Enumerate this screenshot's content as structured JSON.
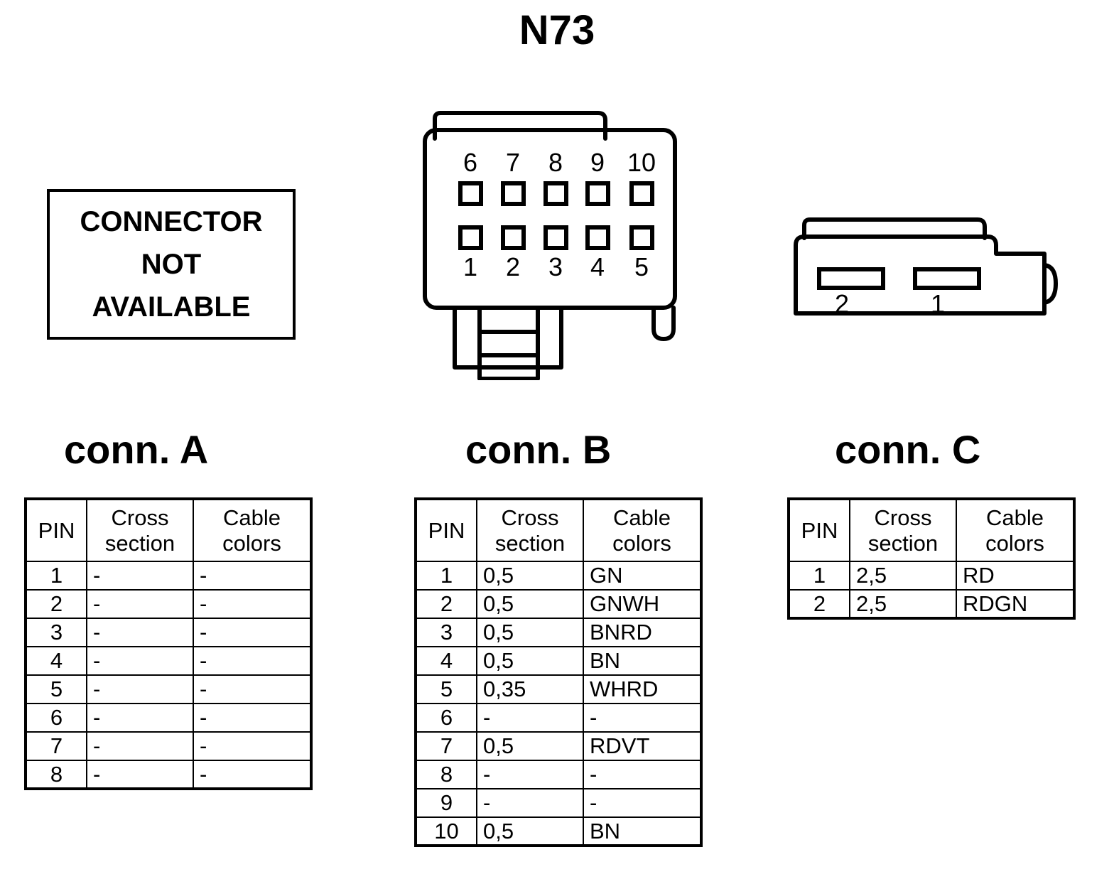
{
  "title": "N73",
  "not_available_box": {
    "lines": [
      "CONNECTOR",
      "NOT",
      "AVAILABLE"
    ]
  },
  "drawings": {
    "connector_b": {
      "name": "conn. B",
      "pin_count": 10,
      "top_row_labels": [
        "6",
        "7",
        "8",
        "9",
        "10"
      ],
      "bottom_row_labels": [
        "1",
        "2",
        "3",
        "4",
        "5"
      ]
    },
    "connector_c": {
      "name": "conn. C",
      "pin_count": 2,
      "labels": [
        "2",
        "1"
      ]
    }
  },
  "headings": {
    "a": "conn. A",
    "b": "conn. B",
    "c": "conn. C"
  },
  "table_headers": {
    "pin": "PIN",
    "cross_section_line1": "Cross",
    "cross_section_line2": "section",
    "cable_colors_line1": "Cable",
    "cable_colors_line2": "colors"
  },
  "tables": {
    "conn_a": {
      "rows": [
        {
          "pin": "1",
          "cross_section": "-",
          "cable_colors": "-"
        },
        {
          "pin": "2",
          "cross_section": "-",
          "cable_colors": "-"
        },
        {
          "pin": "3",
          "cross_section": "-",
          "cable_colors": "-"
        },
        {
          "pin": "4",
          "cross_section": "-",
          "cable_colors": "-"
        },
        {
          "pin": "5",
          "cross_section": "-",
          "cable_colors": "-"
        },
        {
          "pin": "6",
          "cross_section": "-",
          "cable_colors": "-"
        },
        {
          "pin": "7",
          "cross_section": "-",
          "cable_colors": "-"
        },
        {
          "pin": "8",
          "cross_section": "-",
          "cable_colors": "-"
        }
      ]
    },
    "conn_b": {
      "rows": [
        {
          "pin": "1",
          "cross_section": "0,5",
          "cable_colors": "GN"
        },
        {
          "pin": "2",
          "cross_section": "0,5",
          "cable_colors": "GNWH"
        },
        {
          "pin": "3",
          "cross_section": "0,5",
          "cable_colors": "BNRD"
        },
        {
          "pin": "4",
          "cross_section": "0,5",
          "cable_colors": "BN"
        },
        {
          "pin": "5",
          "cross_section": "0,35",
          "cable_colors": "WHRD"
        },
        {
          "pin": "6",
          "cross_section": "-",
          "cable_colors": "-"
        },
        {
          "pin": "7",
          "cross_section": "0,5",
          "cable_colors": "RDVT"
        },
        {
          "pin": "8",
          "cross_section": "-",
          "cable_colors": "-"
        },
        {
          "pin": "9",
          "cross_section": "-",
          "cable_colors": "-"
        },
        {
          "pin": "10",
          "cross_section": "0,5",
          "cable_colors": "BN"
        }
      ]
    },
    "conn_c": {
      "rows": [
        {
          "pin": "1",
          "cross_section": "2,5",
          "cable_colors": "RD"
        },
        {
          "pin": "2",
          "cross_section": "2,5",
          "cable_colors": "RDGN"
        }
      ]
    }
  },
  "colors": {
    "line": "#000000",
    "background": "#ffffff"
  }
}
